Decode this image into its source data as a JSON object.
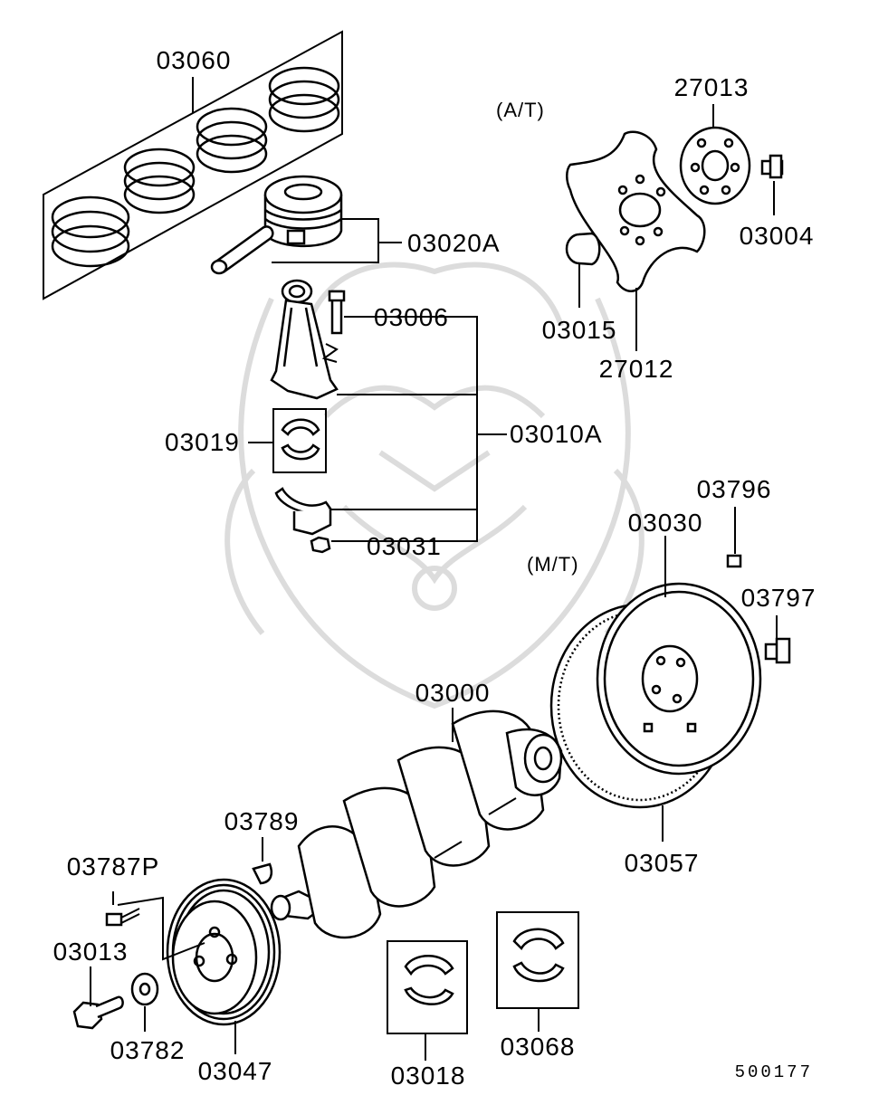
{
  "diagram": {
    "figure_number": "500177",
    "group_labels": {
      "automatic": "(A/T)",
      "manual": "(M/T)"
    },
    "parts": {
      "p03060": "03060",
      "p03020A": "03020A",
      "p03006": "03006",
      "p03010A": "03010A",
      "p03019": "03019",
      "p03031": "03031",
      "p27013": "27013",
      "p03004": "03004",
      "p03015": "03015",
      "p27012": "27012",
      "p03796": "03796",
      "p03030": "03030",
      "p03797": "03797",
      "p03000": "03000",
      "p03057": "03057",
      "p03789": "03789",
      "p03787P": "03787P",
      "p03013": "03013",
      "p03782": "03782",
      "p03047": "03047",
      "p03018": "03018",
      "p03068": "03068"
    }
  }
}
